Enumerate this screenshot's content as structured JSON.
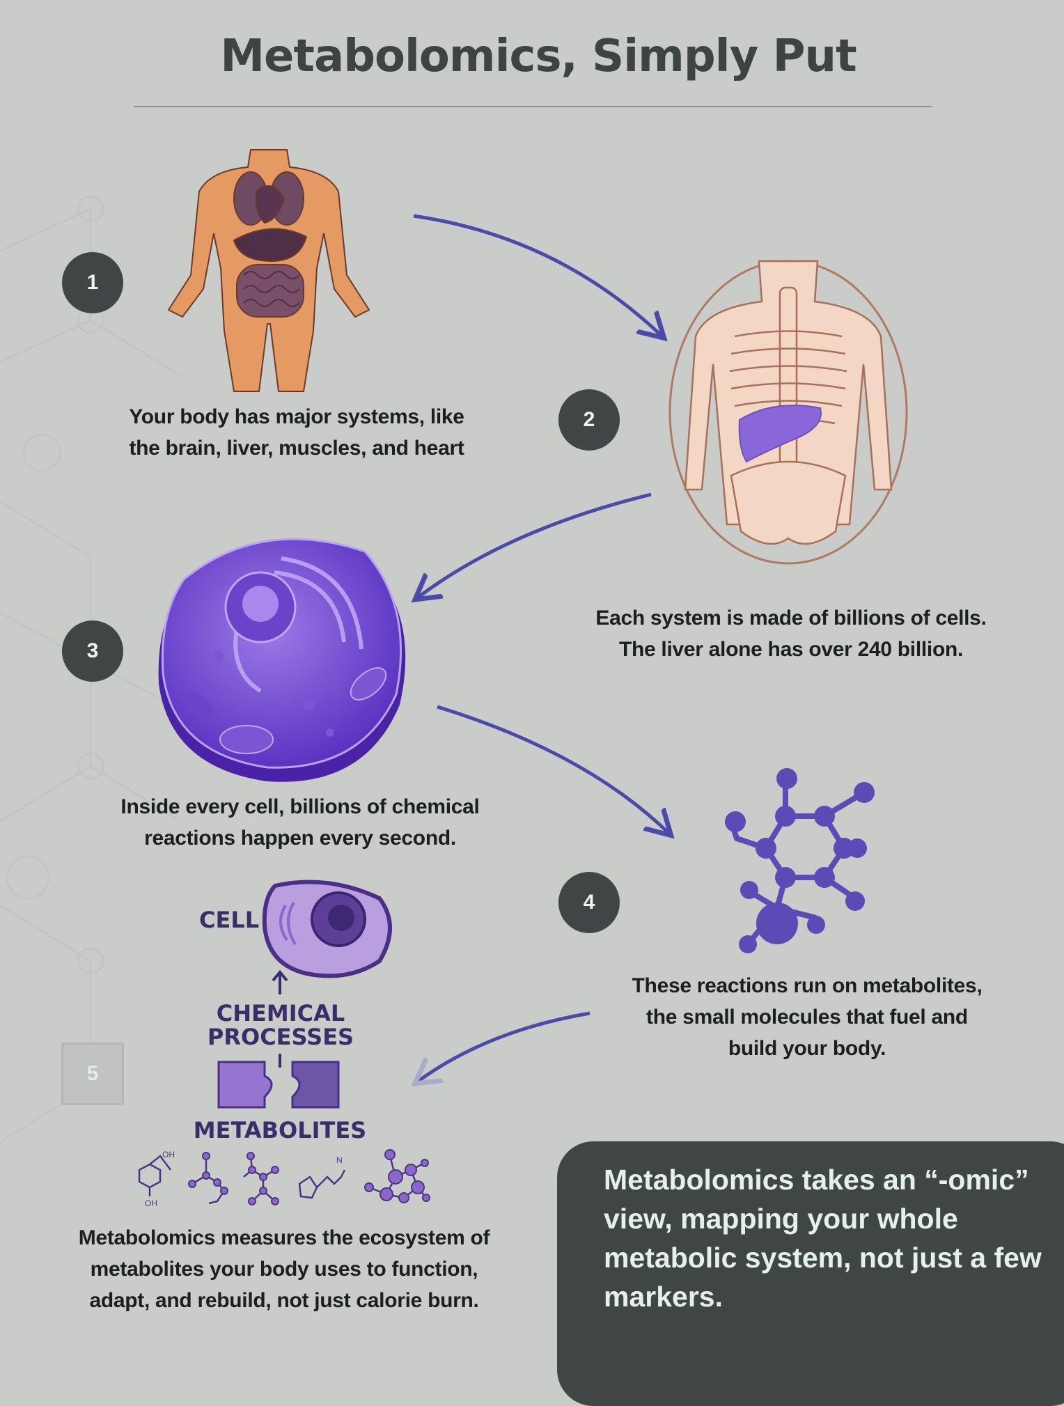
{
  "title": "Metabolomics, Simply Put",
  "colors": {
    "background": "#c9ccc8",
    "badge": "#3f4645",
    "arrow": "#4b4aa8",
    "accent_purple": "#7b5bd0",
    "callout_bg": "#3f4645",
    "callout_text": "#e4f0ee"
  },
  "steps": [
    {
      "number": "1",
      "illustration": "human-body-anatomy",
      "caption": [
        "Your body has major systems, like",
        "the brain, liver, muscles, and heart"
      ]
    },
    {
      "number": "2",
      "illustration": "skeleton-with-liver",
      "caption": [
        "Each system is made of billions of cells.",
        "The liver alone has over 240 billion."
      ]
    },
    {
      "number": "3",
      "illustration": "cell-3d",
      "caption": [
        "Inside every cell, billions of chemical",
        "reactions happen every second."
      ]
    },
    {
      "number": "4",
      "illustration": "molecule",
      "caption": [
        "These reactions run on metabolites,",
        "the small molecules that fuel and",
        "build your body."
      ]
    },
    {
      "number": "5",
      "illustration": "cell-processes-metabolites",
      "caption": [
        "Metabolomics measures the ecosystem of",
        "metabolites your body uses to function,",
        "adapt, and rebuild, not just calorie burn."
      ]
    }
  ],
  "diagram5": {
    "cell": "CELL",
    "processes": [
      "CHEMICAL",
      "PROCESSES"
    ],
    "metabolites": "METABOLITES",
    "oh": "OH",
    "n": "N"
  },
  "callout": [
    "Metabolomics takes an “-omic”",
    "view, mapping your whole",
    "metabolic system, not just a few",
    "markers."
  ]
}
